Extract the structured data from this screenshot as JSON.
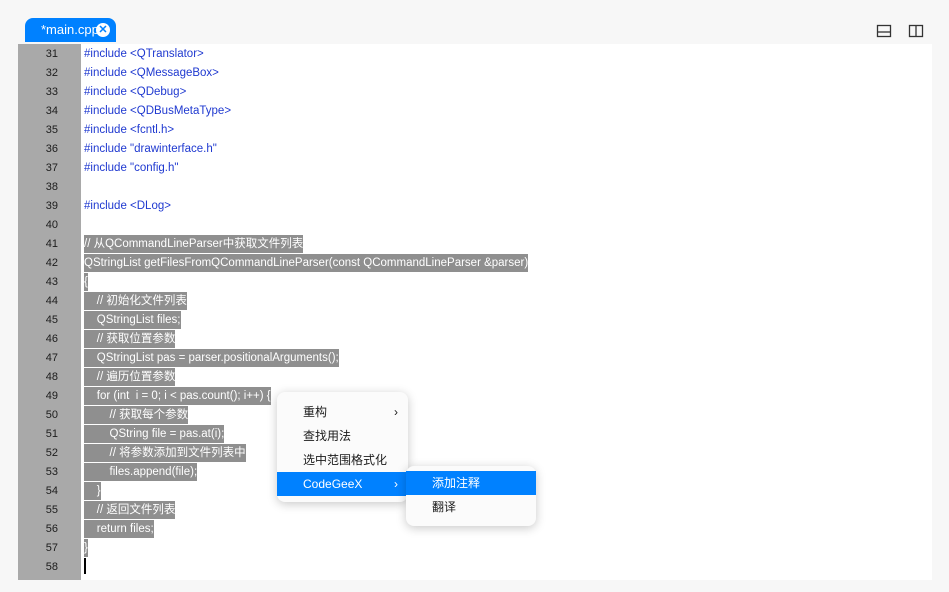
{
  "tab": {
    "title": "*main.cpp",
    "close_glyph": "✕"
  },
  "toolbar": {
    "split_horizontal_icon": "split-horizontal-icon",
    "split_vertical_icon": "split-vertical-icon"
  },
  "editor": {
    "lines": [
      {
        "num": "31",
        "text": "#include <QTranslator>"
      },
      {
        "num": "32",
        "text": "#include <QMessageBox>"
      },
      {
        "num": "33",
        "text": "#include <QDebug>"
      },
      {
        "num": "34",
        "text": "#include <QDBusMetaType>"
      },
      {
        "num": "35",
        "text": "#include <fcntl.h>"
      },
      {
        "num": "36",
        "text": "#include \"drawinterface.h\""
      },
      {
        "num": "37",
        "text": "#include \"config.h\""
      },
      {
        "num": "38",
        "text": ""
      },
      {
        "num": "39",
        "text": "#include <DLog>"
      },
      {
        "num": "40",
        "text": ""
      },
      {
        "num": "41",
        "text": "// 从QCommandLineParser中获取文件列表"
      },
      {
        "num": "42",
        "text": "QStringList getFilesFromQCommandLineParser(const QCommandLineParser &parser)"
      },
      {
        "num": "43",
        "text": "{"
      },
      {
        "num": "44",
        "text": "    // 初始化文件列表"
      },
      {
        "num": "45",
        "text": "    QStringList files;"
      },
      {
        "num": "46",
        "text": "    // 获取位置参数"
      },
      {
        "num": "47",
        "text": "    QStringList pas = parser.positionalArguments();"
      },
      {
        "num": "48",
        "text": "    // 遍历位置参数"
      },
      {
        "num": "49",
        "text": "    for (int  i = 0; i < pas.count(); i++) {"
      },
      {
        "num": "50",
        "text": "        // 获取每个参数"
      },
      {
        "num": "51",
        "text": "        QString file = pas.at(i);"
      },
      {
        "num": "52",
        "text": "        // 将参数添加到文件列表中"
      },
      {
        "num": "53",
        "text": "        files.append(file);"
      },
      {
        "num": "54",
        "text": "    }"
      },
      {
        "num": "55",
        "text": "    // 返回文件列表"
      },
      {
        "num": "56",
        "text": "    return files;"
      },
      {
        "num": "57",
        "text": "}"
      },
      {
        "num": "58",
        "text": ""
      }
    ]
  },
  "context_menu": {
    "items": [
      {
        "label": "重构",
        "has_submenu": true
      },
      {
        "label": "查找用法",
        "has_submenu": false
      },
      {
        "label": "选中范围格式化",
        "has_submenu": false
      },
      {
        "label": "CodeGeeX",
        "has_submenu": true,
        "active": true
      }
    ],
    "submenu_arrow": "›"
  },
  "submenu": {
    "items": [
      {
        "label": "添加注释",
        "active": true
      },
      {
        "label": "翻译",
        "active": false
      }
    ]
  },
  "colors": {
    "accent": "#0081ff",
    "gutter": "#a9a9a9",
    "selection": "#8f8f8f"
  }
}
